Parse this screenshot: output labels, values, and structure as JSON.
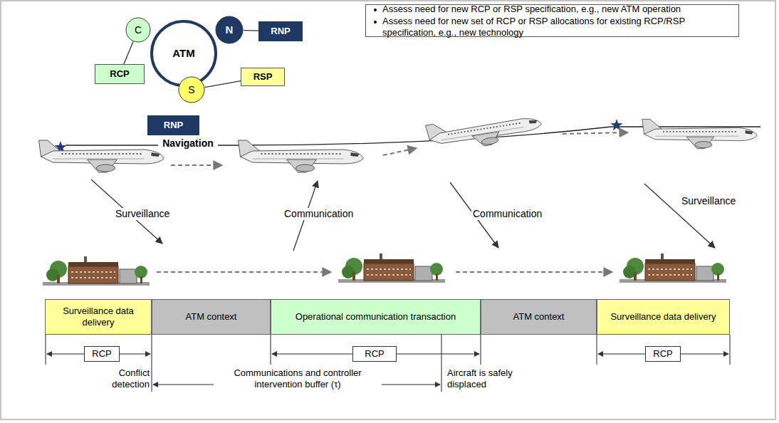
{
  "diagram": {
    "nodes": [
      {
        "text": [
          "ATM"
        ]
      },
      {
        "text": [
          "C"
        ]
      },
      {
        "text": [
          "N"
        ]
      },
      {
        "text": [
          "S"
        ]
      },
      {
        "text": [
          "RCP"
        ]
      },
      {
        "text": [
          "RNP"
        ]
      },
      {
        "text": [
          "RSP"
        ]
      },
      {
        "text": [
          "Assess need for new RCP or RSP specification, e.g., new ATM operation",
          "Assess need for new set of RCP or RSP allocations for existing RCP/RSP specification, e.g., new technology"
        ]
      },
      {
        "text": [
          "RNP"
        ]
      },
      {
        "text": [
          "Surveillance data delivery"
        ]
      },
      {
        "text": [
          "ATM context"
        ]
      },
      {
        "text": [
          "Operational communication transaction"
        ]
      },
      {
        "text": [
          "ATM context"
        ]
      },
      {
        "text": [
          "Surveillance data delivery"
        ]
      },
      {
        "text": [
          "RCP"
        ]
      },
      {
        "text": [
          "RCP"
        ]
      },
      {
        "text": [
          "RCP"
        ]
      }
    ],
    "edges": [
      {
        "from": 1,
        "to": 4,
        "arrow": "none"
      },
      {
        "from": 2,
        "to": 5,
        "arrow": "none"
      },
      {
        "from": 3,
        "to": 6,
        "arrow": "none"
      }
    ],
    "labels": [
      "Navigation",
      "Surveillance",
      "Communication",
      "Communication",
      "Surveillance",
      "Conflict detection",
      "Communications and controller intervention buffer (τ)",
      "Aircraft is safely displaced"
    ]
  }
}
